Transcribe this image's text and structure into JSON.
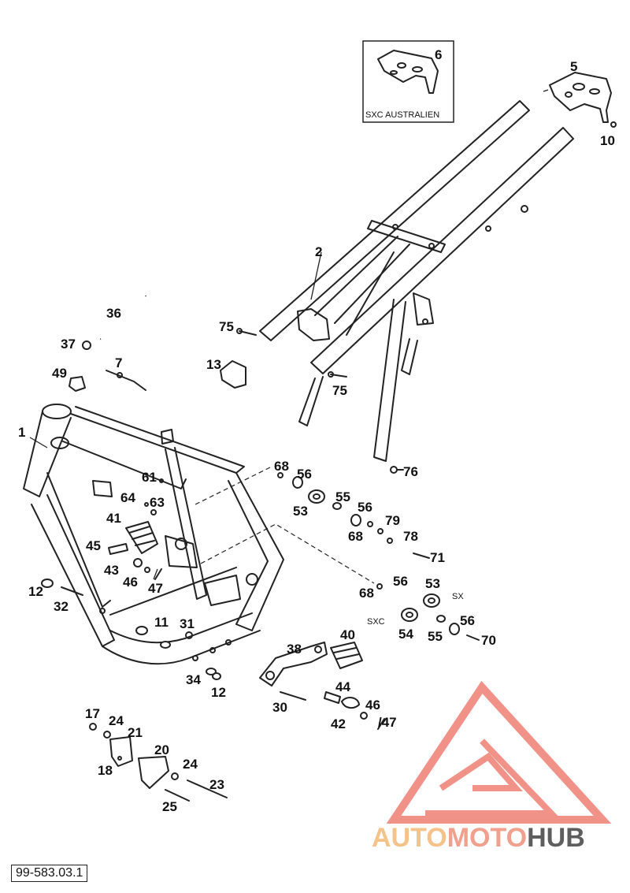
{
  "diagram": {
    "inset_label": "SXC AUSTRALIEN",
    "reference_code": "99-583.03.1",
    "callouts": [
      {
        "id": "c1",
        "text": "1"
      },
      {
        "id": "c2",
        "text": "2"
      },
      {
        "id": "c5",
        "text": "5"
      },
      {
        "id": "c6",
        "text": "6"
      },
      {
        "id": "c7",
        "text": "7"
      },
      {
        "id": "c10",
        "text": "10"
      },
      {
        "id": "c11",
        "text": "11"
      },
      {
        "id": "c12a",
        "text": "12"
      },
      {
        "id": "c12b",
        "text": "12"
      },
      {
        "id": "c13",
        "text": "13"
      },
      {
        "id": "c17",
        "text": "17"
      },
      {
        "id": "c18",
        "text": "18"
      },
      {
        "id": "c20",
        "text": "20"
      },
      {
        "id": "c21",
        "text": "21"
      },
      {
        "id": "c23",
        "text": "23"
      },
      {
        "id": "c24a",
        "text": "24"
      },
      {
        "id": "c24b",
        "text": "24"
      },
      {
        "id": "c25",
        "text": "25"
      },
      {
        "id": "c30",
        "text": "30"
      },
      {
        "id": "c31",
        "text": "31"
      },
      {
        "id": "c32",
        "text": "32"
      },
      {
        "id": "c34",
        "text": "34"
      },
      {
        "id": "c36",
        "text": "36"
      },
      {
        "id": "c37",
        "text": "37"
      },
      {
        "id": "c38",
        "text": "38"
      },
      {
        "id": "c40",
        "text": "40"
      },
      {
        "id": "c41",
        "text": "41"
      },
      {
        "id": "c42",
        "text": "42"
      },
      {
        "id": "c43",
        "text": "43"
      },
      {
        "id": "c44",
        "text": "44"
      },
      {
        "id": "c45",
        "text": "45"
      },
      {
        "id": "c46a",
        "text": "46"
      },
      {
        "id": "c47a",
        "text": "47"
      },
      {
        "id": "c46b",
        "text": "46"
      },
      {
        "id": "c47b",
        "text": "/47"
      },
      {
        "id": "c49",
        "text": "49"
      },
      {
        "id": "c53a",
        "text": "53"
      },
      {
        "id": "c53b",
        "text": "53"
      },
      {
        "id": "c54",
        "text": "54"
      },
      {
        "id": "c55a",
        "text": "55"
      },
      {
        "id": "c55b",
        "text": "55"
      },
      {
        "id": "c56a",
        "text": "56"
      },
      {
        "id": "c56b",
        "text": "56"
      },
      {
        "id": "c56c",
        "text": "56"
      },
      {
        "id": "c56d",
        "text": "56"
      },
      {
        "id": "c61",
        "text": "61"
      },
      {
        "id": "c63",
        "text": "63"
      },
      {
        "id": "c64",
        "text": "64"
      },
      {
        "id": "c68a",
        "text": "68"
      },
      {
        "id": "c68b",
        "text": "68"
      },
      {
        "id": "c68c",
        "text": "68"
      },
      {
        "id": "c70",
        "text": "70"
      },
      {
        "id": "c71",
        "text": "71"
      },
      {
        "id": "c75a",
        "text": "75"
      },
      {
        "id": "c75b",
        "text": "75"
      },
      {
        "id": "c76",
        "text": "76"
      },
      {
        "id": "c78",
        "text": "78"
      },
      {
        "id": "c79",
        "text": "79"
      }
    ],
    "side_labels": {
      "sx": "SX",
      "sxc": "SXC"
    }
  },
  "watermark": {
    "part1": "AUTO",
    "part2": "MOTO",
    "part3": "HUB",
    "color_light": "#f5c38a",
    "color_mid": "#f0a08c",
    "color_dark": "#5e5e5e",
    "triangle_color": "#ef7f74"
  }
}
